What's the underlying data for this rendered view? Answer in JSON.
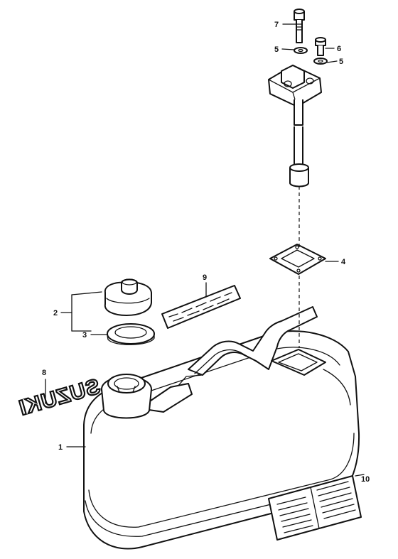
{
  "diagram": {
    "brand_logo_text": "SUZUKI",
    "callouts": [
      {
        "id": "c1",
        "label": "1"
      },
      {
        "id": "c2",
        "label": "2"
      },
      {
        "id": "c3",
        "label": "3"
      },
      {
        "id": "c4",
        "label": "4"
      },
      {
        "id": "c5a",
        "label": "5"
      },
      {
        "id": "c5b",
        "label": "5"
      },
      {
        "id": "c6",
        "label": "6"
      },
      {
        "id": "c7",
        "label": "7"
      },
      {
        "id": "c8",
        "label": "8"
      },
      {
        "id": "c9",
        "label": "9"
      },
      {
        "id": "c10",
        "label": "10"
      }
    ]
  }
}
